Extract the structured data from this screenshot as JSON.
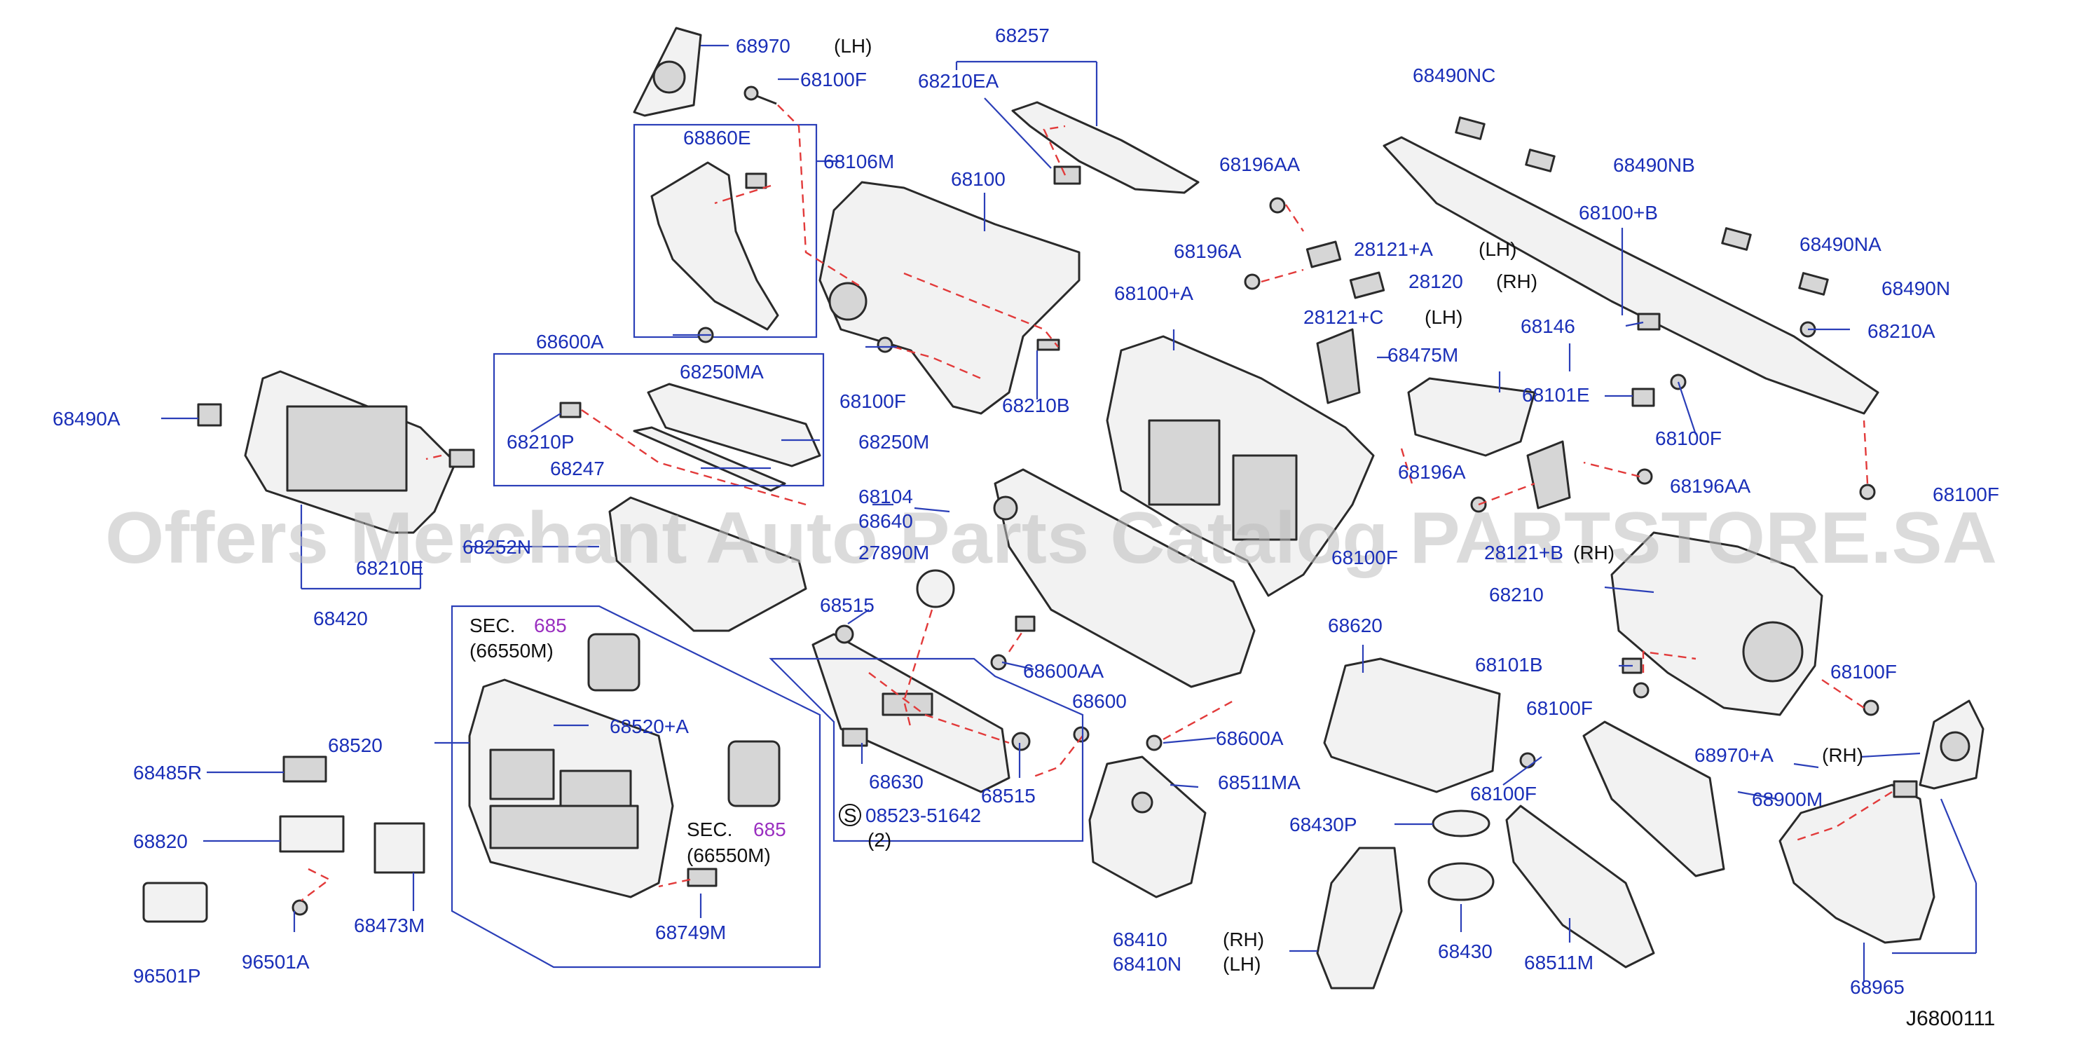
{
  "diagram_code": "J6800111",
  "watermark": "Offers Merchant Auto Parts Catalog PARTSTORE.SA",
  "labels": {
    "p68970": "68970",
    "lh1": "(LH)",
    "p68100F_a": "68100F",
    "p68257": "68257",
    "p68210EA": "68210EA",
    "p68860E": "68860E",
    "p68106M": "68106M",
    "p68100": "68100",
    "p68490NC": "68490NC",
    "p68490NB": "68490NB",
    "p68196AA_a": "68196AA",
    "p68100B": "68100+B",
    "p68196A_a": "68196A",
    "p28121A": "28121+A",
    "lh2": "(LH)",
    "p68490NA": "68490NA",
    "p68100A": "68100+A",
    "p28120": "28120",
    "rh1": "(RH)",
    "p68490N": "68490N",
    "p28121C": "28121+C",
    "lh3": "(LH)",
    "p68146": "68146",
    "p68210A": "68210A",
    "p68600A_a": "68600A",
    "p68250MA": "68250MA",
    "p68475M": "68475M",
    "p68490A": "68490A",
    "p68210P": "68210P",
    "p68250M": "68250M",
    "p68100F_b": "68100F",
    "p68210B": "68210B",
    "p68101E": "68101E",
    "p68100F_c": "68100F",
    "p68247": "68247",
    "p68196A_b": "68196A",
    "p68196AA_b": "68196AA",
    "p68104": "68104",
    "p68640": "68640",
    "p68100F_d": "68100F",
    "p68252N": "68252N",
    "p27890M": "27890M",
    "p68100F_wm": "68100F",
    "p28121B": "28121+B",
    "rh2": "(RH)",
    "p68210E": "68210E",
    "p68210": "68210",
    "p68420": "68420",
    "p68515_a": "68515",
    "p68620": "68620",
    "sec_a": "SEC.",
    "sec_a_num": "685",
    "sec_a_sub": "(66550M)",
    "p68101B": "68101B",
    "p68100F_e": "68100F",
    "p68600AA": "68600AA",
    "p68100F_f": "68100F",
    "p68600": "68600",
    "p68520": "68520",
    "p68520A": "68520+A",
    "p68600A_b": "68600A",
    "p68970A": "68970+A",
    "rh3": "(RH)",
    "p68485R": "68485R",
    "p68630": "68630",
    "p68511MA": "68511MA",
    "p68100F_g": "68100F",
    "p68515_b": "68515",
    "p68900M": "68900M",
    "sec_b": "SEC.",
    "sec_b_num": "685",
    "sec_b_sub": "(66550M)",
    "s_mark": "S",
    "p08523": "08523-51642",
    "qty2": "(2)",
    "p68820": "68820",
    "p68430P": "68430P",
    "p68473M": "68473M",
    "p68749M": "68749M",
    "p68410": "68410",
    "rh4": "(RH)",
    "p68410N": "68410N",
    "lh4": "(LH)",
    "p68430": "68430",
    "p68511M": "68511M",
    "p96501P": "96501P",
    "p96501A": "96501A",
    "p68965": "68965"
  },
  "colors": {
    "label_blue": "#1a2fb8",
    "leader_blue": "#2b3fb8",
    "dashed_red": "#e23a3a",
    "section_purple": "#9a2fc0",
    "part_fill": "#f2f2f2",
    "part_outline": "#2a2a2a"
  }
}
